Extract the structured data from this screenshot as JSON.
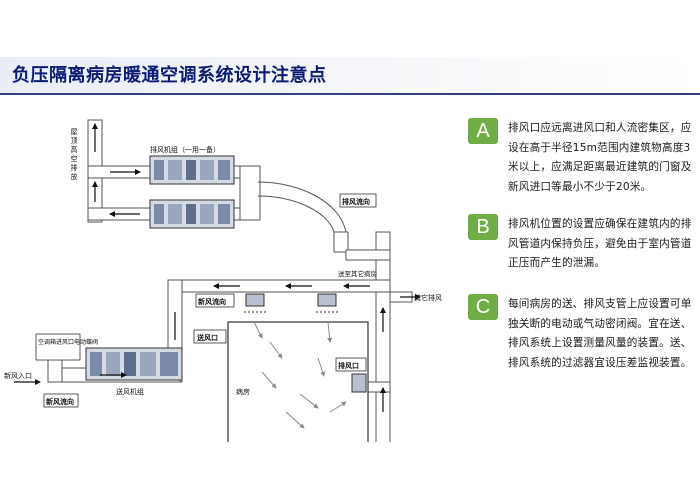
{
  "header": {
    "title": "负压隔离病房暖通空调系统设计注意点"
  },
  "diagram": {
    "labels": {
      "roof_exhaust": "屋顶高空排放",
      "exhaust_unit": "排风机组（一用一备）",
      "exhaust_flow_top": "排风流向",
      "to_other_wards": "送至其它病房",
      "other_exhaust": "其它排风",
      "fresh_flow_upper": "新风流向",
      "supply_outlet": "送风口",
      "exhaust_outlet": "排风口",
      "ahu_damper": "空调箱进风口电动蝶阀",
      "fresh_air_inlet": "新风入口",
      "fresh_flow_lower": "新风流向",
      "supply_unit": "送风机组",
      "ward": "病房"
    }
  },
  "notes": [
    {
      "badge": "A",
      "text": "排风口应远离进风口和人流密集区，应设在高于半径15m范围内建筑物高度3米以上，应满足距离最近建筑的门窗及新风进口等最小不少于20米。"
    },
    {
      "badge": "B",
      "text": "排风机位置的设置应确保在建筑内的排风管道内保持负压，避免由于室内管道正压而产生的泄漏。"
    },
    {
      "badge": "C",
      "text": "每间病房的送、排风支管上应设置可单独关断的电动或气动密闭阀。宜在送、排风系统上设置测量风量的装置。送、排风系统的过滤器宜设压差监视装置。"
    }
  ],
  "colors": {
    "title": "#0c1c72",
    "badge": "#70ad47",
    "rule": "#34407a"
  }
}
